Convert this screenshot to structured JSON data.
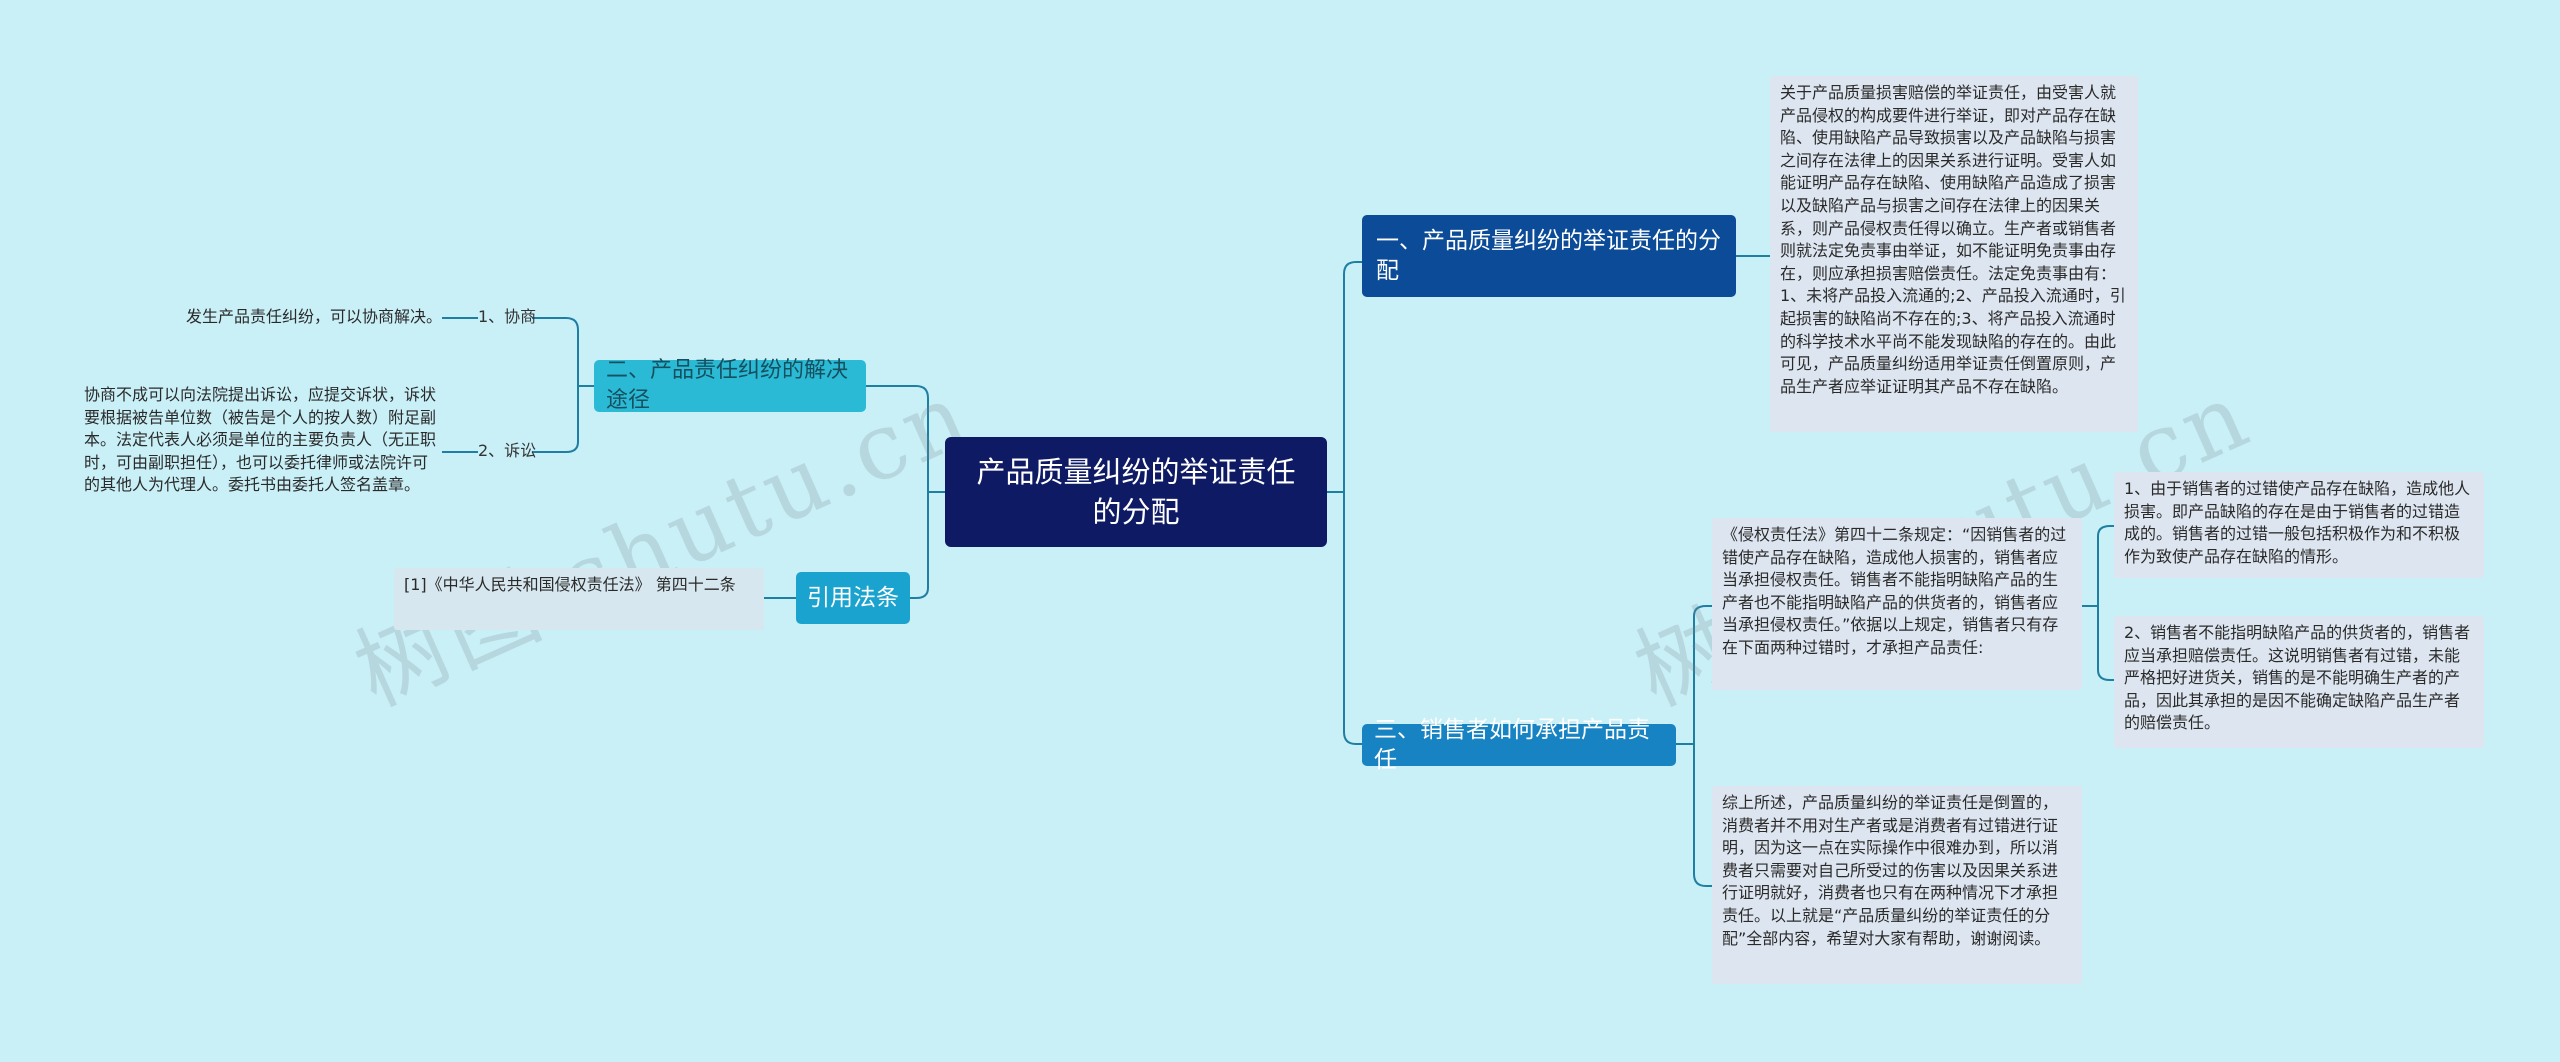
{
  "root": {
    "label": "产品质量纠纷的举证责任的分配"
  },
  "branch1": {
    "label": "一、产品质量纠纷的举证责任的分配",
    "detail": "关于产品质量损害赔偿的举证责任，由受害人就产品侵权的构成要件进行举证，即对产品存在缺陷、使用缺陷产品导致损害以及产品缺陷与损害之间存在法律上的因果关系进行证明。受害人如能证明产品存在缺陷、使用缺陷产品造成了损害以及缺陷产品与损害之间存在法律上的因果关系，则产品侵权责任得以确立。生产者或销售者则就法定免责事由举证，如不能证明免责事由存在，则应承担损害赔偿责任。法定免责事由有：1、未将产品投入流通的;2、产品投入流通时，引起损害的缺陷尚不存在的;3、将产品投入流通时的科学技术水平尚不能发现缺陷的存在的。由此可见，产品质量纠纷适用举证责任倒置原则，产品生产者应举证证明其产品不存在缺陷。"
  },
  "branch2": {
    "label": "二、产品责任纠纷的解决途径",
    "children": [
      {
        "label": "1、协商",
        "detail": "发生产品责任纠纷，可以协商解决。"
      },
      {
        "label": "2、诉讼",
        "detail": "协商不成可以向法院提出诉讼，应提交诉状，诉状要根据被告单位数（被告是个人的按人数）附足副本。法定代表人必须是单位的主要负责人（无正职时，可由副职担任），也可以委托律师或法院许可的其他人为代理人。委托书由委托人签名盖章。"
      }
    ]
  },
  "branch3": {
    "label": "三、销售者如何承担产品责任",
    "intro": "《侵权责任法》第四十二条规定：“因销售者的过错使产品存在缺陷，造成他人损害的，销售者应当承担侵权责任。销售者不能指明缺陷产品的生产者也不能指明缺陷产品的供货者的，销售者应当承担侵权责任。”依据以上规定，销售者只有存在下面两种过错时，才承担产品责任:",
    "points": [
      "1、由于销售者的过错使产品存在缺陷，造成他人损害。即产品缺陷的存在是由于销售者的过错造成的。销售者的过错一般包括积极作为和不积极作为致使产品存在缺陷的情形。",
      "2、销售者不能指明缺陷产品的供货者的，销售者应当承担赔偿责任。这说明销售者有过错，未能严格把好进货关，销售的是不能明确生产者的产品，因此其承担的是因不能确定缺陷产品生产者的赔偿责任。"
    ],
    "summary": "综上所述，产品质量纠纷的举证责任是倒置的，消费者并不用对生产者或是消费者有过错进行证明，因为这一点在实际操作中很难办到，所以消费者只需要对自己所受过的伤害以及因果关系进行证明就好，消费者也只有在两种情况下才承担责任。以上就是“产品质量纠纷的举证责任的分配”全部内容，希望对大家有帮助，谢谢阅读。"
  },
  "reference": {
    "label": "引用法条",
    "detail": "[1]《中华人民共和国侵权责任法》 第四十二条"
  },
  "watermark": [
    "树图 shutu.cn",
    "树图 shutu.cn"
  ],
  "colors": {
    "background": "#c9eff7",
    "root": "#0e1a63",
    "branch_dark": "#0b4b97",
    "branch_mid": "#1783c2",
    "branch_light": "#2bbad6",
    "leaf": "#dde6f0",
    "connector": "#1f7fa3"
  }
}
